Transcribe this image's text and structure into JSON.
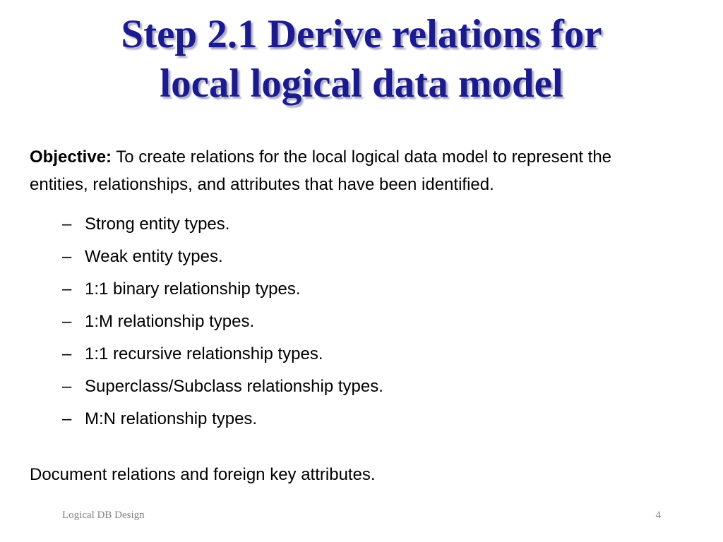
{
  "slide": {
    "title": {
      "line1": "Step 2.1 Derive relations for",
      "line2": "local logical data model"
    },
    "objective": {
      "label": "Objective:",
      "text": "To create relations for the local logical data model to represent the entities, relationships, and attributes that have been identified."
    },
    "bullet_marker": "–",
    "bullets": [
      "Strong entity types.",
      "Weak entity types.",
      "1:1 binary relationship types.",
      "1:M relationship types.",
      "1:1 recursive relationship types.",
      "Superclass/Subclass relationship types.",
      "M:N relationship types."
    ],
    "closing": "Document relations and foreign key attributes.",
    "footer": {
      "left": "Logical DB Design",
      "page_number": "4"
    },
    "colors": {
      "title": "#1b1b8e",
      "title_shadow": "#a9a9c9",
      "body": "#000000",
      "footer": "#828282",
      "background": "#ffffff"
    }
  }
}
